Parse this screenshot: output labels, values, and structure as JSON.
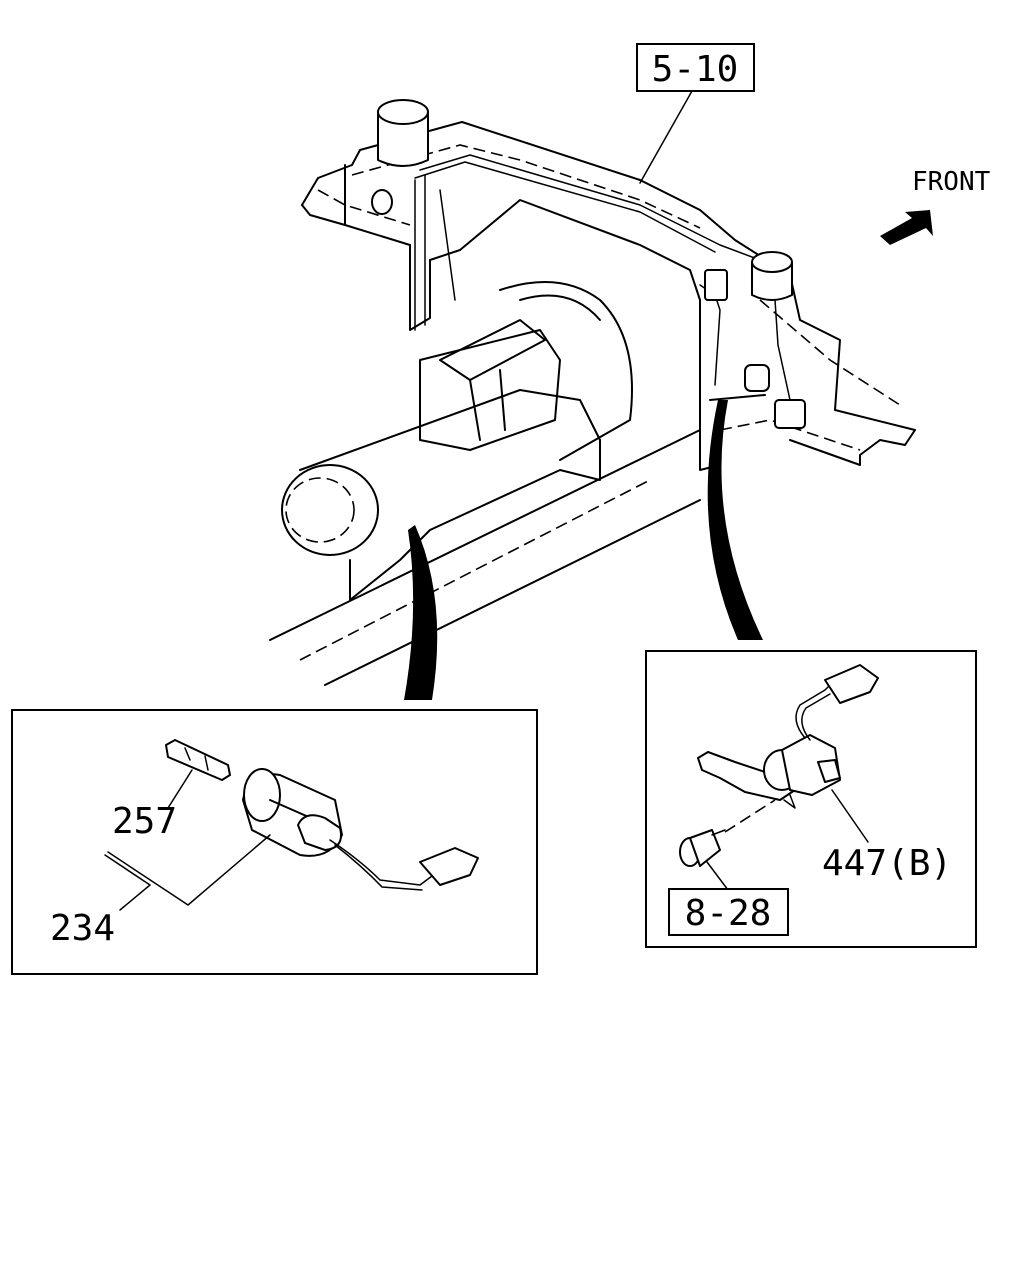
{
  "callouts": {
    "ref_top": "5-10",
    "front": "FRONT",
    "part_257": "257",
    "part_234": "234",
    "part_447b": "447(B)",
    "ref_bolt": "8-28"
  }
}
